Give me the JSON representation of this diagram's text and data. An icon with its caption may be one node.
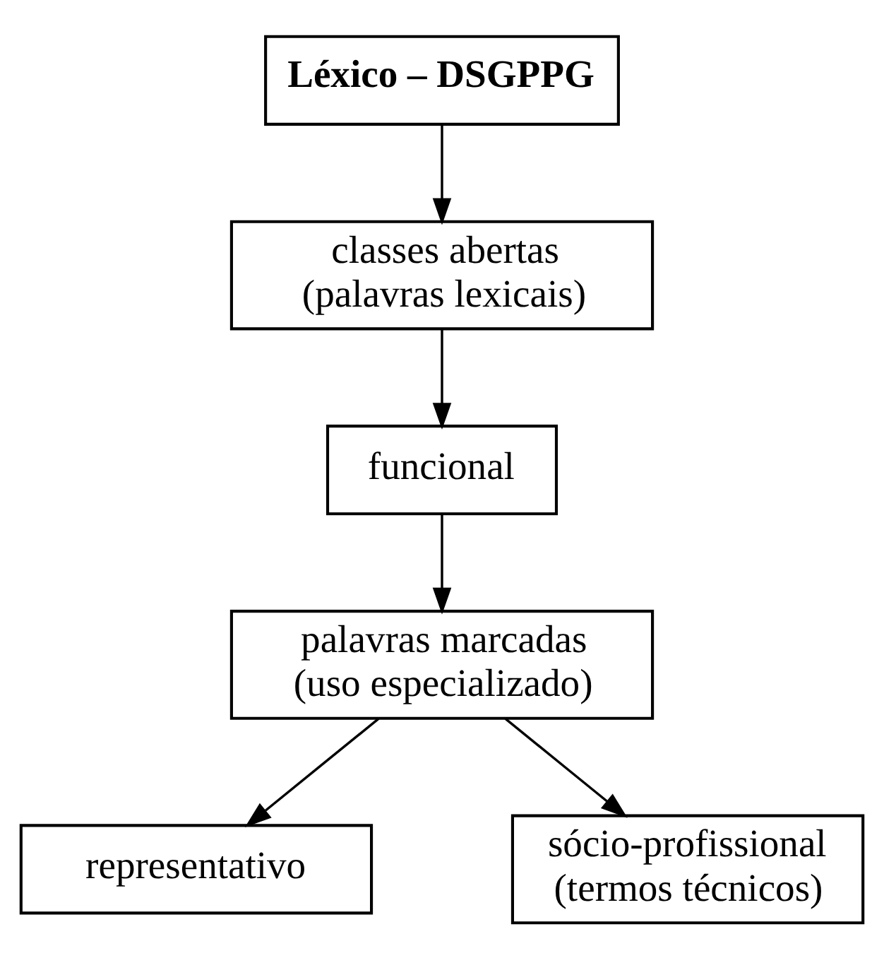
{
  "diagram": {
    "nodes": [
      {
        "text": [
          "Léxico – DSGPPG"
        ]
      },
      {
        "text": [
          "classes abertas (palavras lexicais)"
        ]
      },
      {
        "text": [
          "funcional"
        ]
      },
      {
        "text": [
          "palavras marcadas (uso especializado)"
        ]
      },
      {
        "text": [
          "representativo"
        ]
      },
      {
        "text": [
          "sócio-profissional (termos técnicos)"
        ]
      }
    ],
    "edges": [
      {
        "from": 0,
        "to": 1,
        "arrow": "to"
      },
      {
        "from": 1,
        "to": 2,
        "arrow": "to"
      },
      {
        "from": 2,
        "to": 3,
        "arrow": "to"
      },
      {
        "from": 3,
        "to": 4,
        "arrow": "to"
      },
      {
        "from": 3,
        "to": 5,
        "arrow": "to"
      }
    ]
  }
}
